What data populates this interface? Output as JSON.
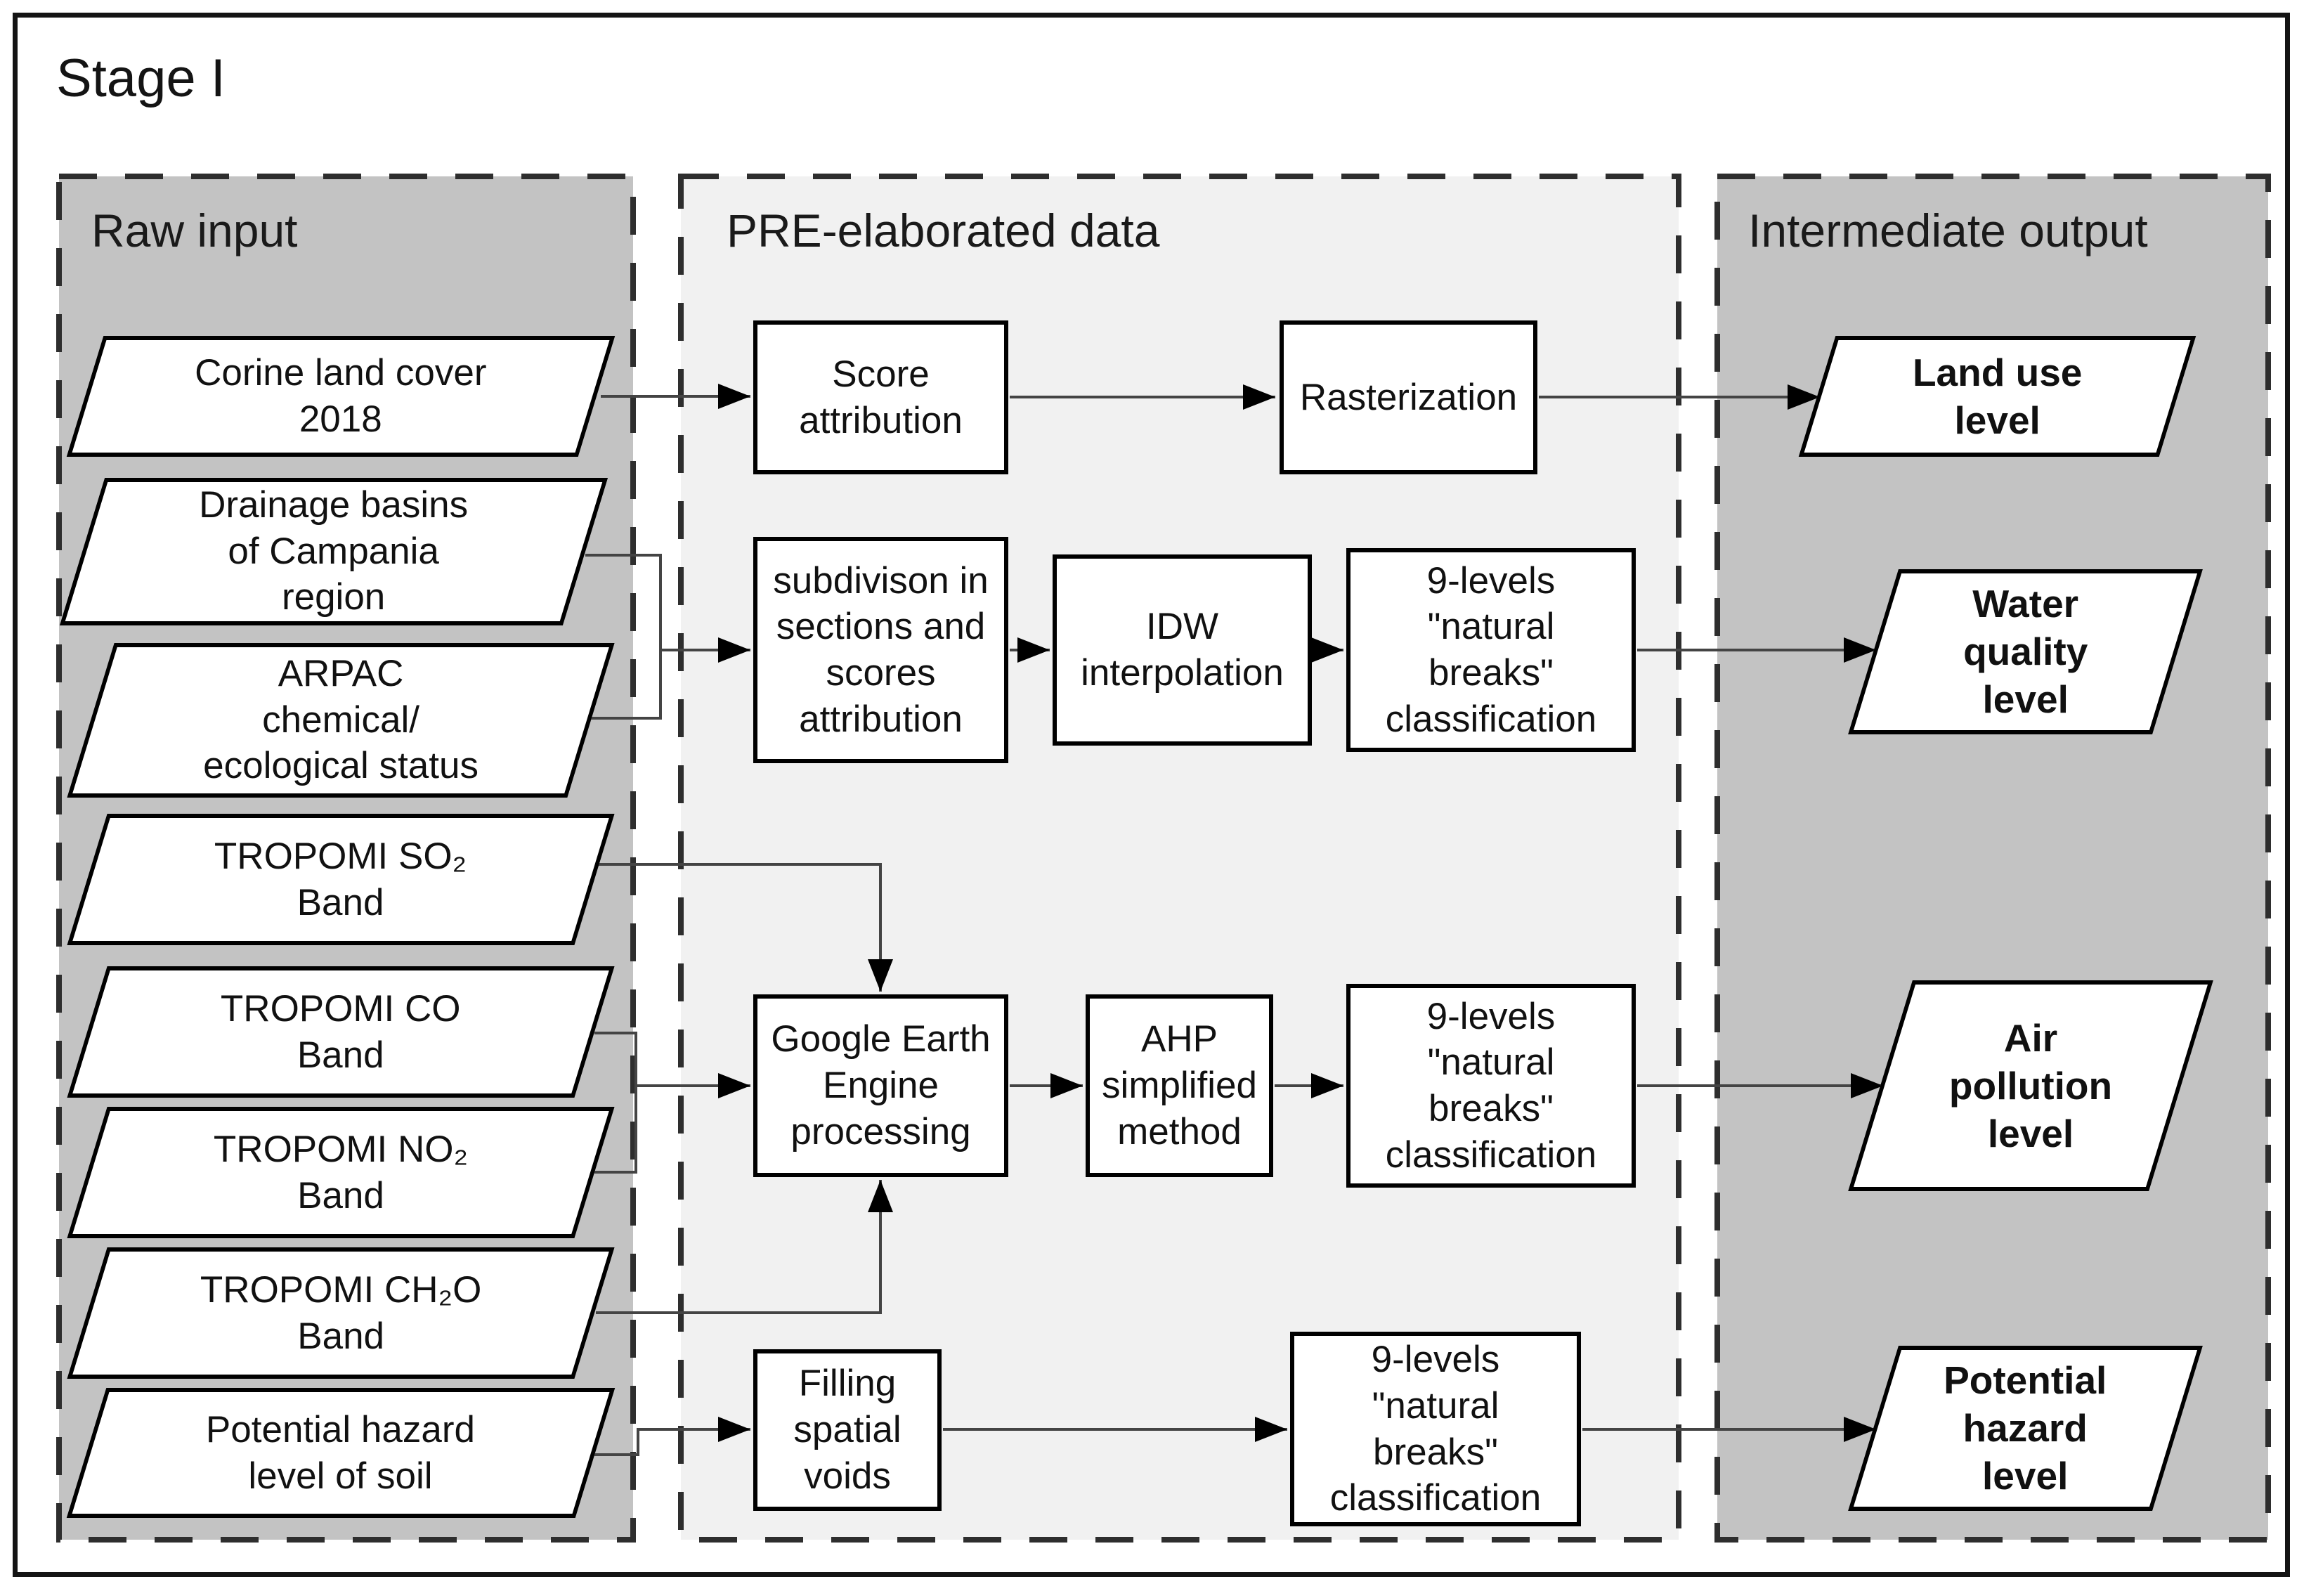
{
  "title": "Stage I",
  "panels": {
    "raw_input": {
      "header": "Raw input",
      "bg": "#c3c3c3"
    },
    "pre_elaborated": {
      "header": "PRE-elaborated data",
      "bg": "#f1f1f1"
    },
    "intermediate_output": {
      "header": "Intermediate output",
      "bg": "#c3c3c3"
    }
  },
  "nodes": {
    "corine": {
      "label": "Corine land cover\n2018"
    },
    "drainage": {
      "label": "Drainage basins\nof Campania\nregion"
    },
    "arpac": {
      "label": "ARPAC\nchemical/\necological status"
    },
    "so2": {
      "label": "TROPOMI SO₂\nBand"
    },
    "co": {
      "label": "TROPOMI CO\nBand"
    },
    "no2": {
      "label": "TROPOMI NO₂\nBand"
    },
    "ch2o": {
      "label": "TROPOMI CH₂O\nBand"
    },
    "soil": {
      "label": "Potential hazard\nlevel of soil"
    },
    "score": {
      "label": "Score\nattribution"
    },
    "raster": {
      "label": "Rasterization"
    },
    "subdivision": {
      "label": "subdivison in\nsections and\nscores\nattribution"
    },
    "idw": {
      "label": "IDW\ninterpolation"
    },
    "breaks_water": {
      "label": "9-levels\n\"natural\nbreaks\"\nclassification"
    },
    "gee": {
      "label": "Google Earth\nEngine\nprocessing"
    },
    "ahp": {
      "label": "AHP\nsimplified\nmethod"
    },
    "breaks_air": {
      "label": "9-levels\n\"natural\nbreaks\"\nclassification"
    },
    "filling": {
      "label": "Filling\nspatial\nvoids"
    },
    "breaks_hazard": {
      "label": "9-levels\n\"natural\nbreaks\"\nclassification"
    },
    "land_use": {
      "label": "Land use\nlevel"
    },
    "water_quality": {
      "label": "Water\nquality\nlevel"
    },
    "air_pollution": {
      "label": "Air\npollution\nlevel"
    },
    "potential_hazard": {
      "label": "Potential\nhazard\nlevel"
    }
  },
  "colors": {
    "panel_gray": "#c3c3c3",
    "panel_light": "#f1f1f1",
    "node_border": "#000000",
    "connector_line": "#444444",
    "arrowhead": "#000000",
    "outer_border": "#141414"
  }
}
